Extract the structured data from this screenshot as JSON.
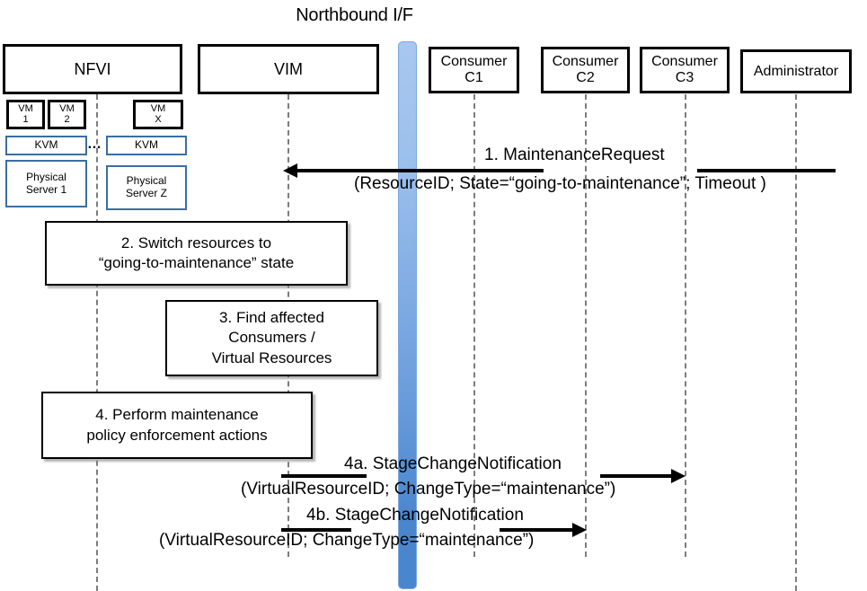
{
  "diagram": {
    "title": "Northbound I/F",
    "type": "uml-sequence-diagram"
  },
  "actors": [
    {
      "id": "nfvi",
      "label": "NFVI"
    },
    {
      "id": "vim",
      "label": "VIM"
    },
    {
      "id": "c1",
      "label": "Consumer\nC1",
      "line1": "Consumer",
      "line2": "C1"
    },
    {
      "id": "c2",
      "label": "Consumer\nC2",
      "line1": "Consumer",
      "line2": "C2"
    },
    {
      "id": "c3",
      "label": "Consumer\nC3",
      "line1": "Consumer",
      "line2": "C3"
    },
    {
      "id": "admin",
      "label": "Administrator"
    }
  ],
  "nfvi_internals": {
    "vms": [
      {
        "line1": "VM",
        "line2": "1"
      },
      {
        "line1": "VM",
        "line2": "2"
      },
      {
        "line1": "VM",
        "line2": "X"
      }
    ],
    "hypervisors": [
      {
        "label": "KVM"
      },
      {
        "label": "KVM"
      }
    ],
    "servers": [
      {
        "line1": "Physical",
        "line2": "Server 1"
      },
      {
        "line1": "Physical",
        "line2": "Server Z"
      }
    ],
    "ellipsis": "…"
  },
  "messages": [
    {
      "id": "m1",
      "number": "1.",
      "name": "MaintenanceRequest",
      "label_line1": "1.   MaintenanceRequest",
      "label_line2": "(ResourceID; State=“going-to-maintenance”; Timeout )",
      "from": "admin",
      "to": "vim",
      "direction": "left"
    },
    {
      "id": "m4a",
      "number": "4a.",
      "name": "StageChangeNotification",
      "label_line1": "4a. StageChangeNotification",
      "label_line2": "(VirtualResourceID; ChangeType=“maintenance”)",
      "from": "vim",
      "to": "c3",
      "direction": "right"
    },
    {
      "id": "m4b",
      "number": "4b.",
      "name": "StageChangeNotification",
      "label_line1": "4b. StageChangeNotification",
      "label_line2": "(VirtualResourceID; ChangeType=“maintenance”)",
      "from": "vim",
      "to": "c2",
      "direction": "right"
    }
  ],
  "notes": [
    {
      "id": "step2",
      "line1": "2. Switch resources to",
      "line2": "“going-to-maintenance” state"
    },
    {
      "id": "step3",
      "line1": "3. Find affected",
      "line2": "Consumers /",
      "line3": "Virtual Resources"
    },
    {
      "id": "step4",
      "line1": "4. Perform maintenance",
      "line2": "policy enforcement actions"
    }
  ],
  "colors": {
    "northbound_bar_top": "#a9c7ef",
    "northbound_bar_bottom": "#4a86ce",
    "internal_box_border": "#3a6ea5",
    "lifeline": "#7d7d7d",
    "outline": "#000000",
    "background": "#ffffff"
  }
}
